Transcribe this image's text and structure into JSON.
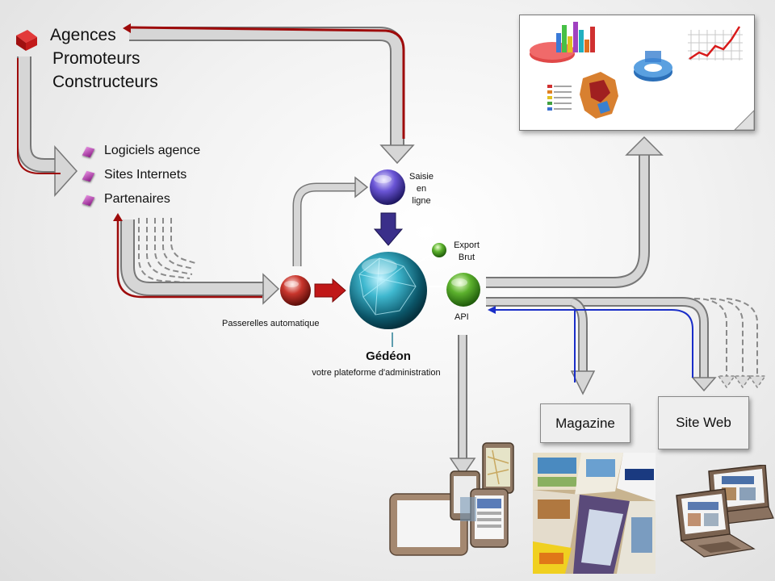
{
  "sources": {
    "agences": "Agences",
    "promoteurs": "Promoteurs",
    "constructeurs": "Constructeurs"
  },
  "channels": [
    "Logiciels agence",
    "Sites Internets",
    "Partenaires"
  ],
  "nodes": {
    "saisie": [
      "Saisie",
      "en",
      "ligne"
    ],
    "export": [
      "Export",
      "Brut"
    ],
    "api": "API",
    "passerelles": "Passerelles automatique",
    "core_title": "Gédéon",
    "core_subtitle": "votre  plateforme  d'administration"
  },
  "outputs": {
    "magazine": "Magazine",
    "site_web": "Site Web"
  },
  "colors": {
    "arrow_fill": "#d4d4d4",
    "arrow_edge": "#7a7a7a",
    "red_line": "#9e0b0b",
    "blue_line": "#1a2ec8",
    "core": "#1b8aa0",
    "saisie_orb": "#5a45c8",
    "api_orb": "#58a82a",
    "passerelles_orb": "#c8352c"
  },
  "icons": [
    "red-cube-icon",
    "bullet-icon",
    "globe-orb-icon",
    "report-chart-icon",
    "mobile-devices-icon",
    "magazine-icon",
    "laptop-icon"
  ]
}
